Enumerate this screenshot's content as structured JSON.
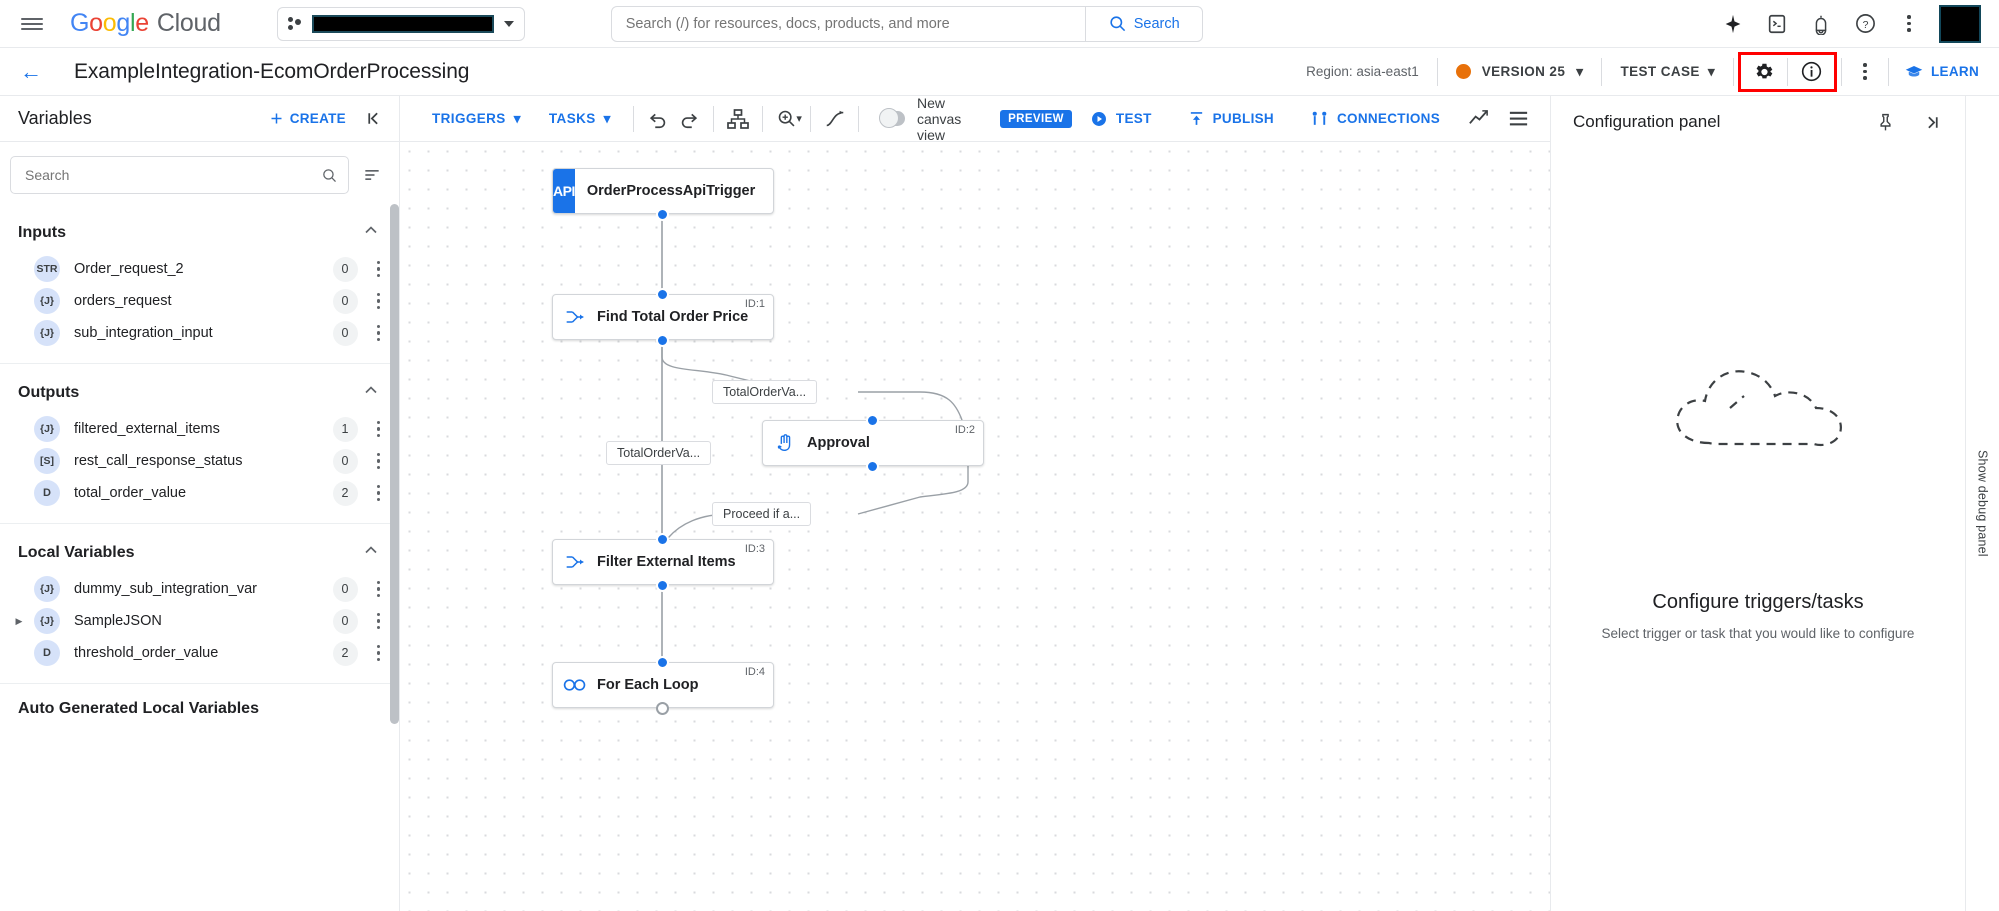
{
  "header": {
    "menu_icon": "hamburger-icon",
    "brand": "Google Cloud",
    "project_picker": {
      "redacted": true,
      "caret": "▾"
    },
    "search": {
      "placeholder": "Search (/) for resources, docs, products, and more",
      "value": "",
      "button_label": "Search"
    },
    "icons": [
      "gemini-sparkle-icon",
      "cloud-shell-icon",
      "notifications-bell-icon",
      "help-question-icon",
      "overflow-kebab-icon",
      "account-avatar"
    ]
  },
  "integration_bar": {
    "back_label": "←",
    "title": "ExampleIntegration-EcomOrderProcessing",
    "region": "Region: asia-east1",
    "version_label": "VERSION 25",
    "version_caret": "▾",
    "version_dot_color": "#E8710A",
    "test_case_label": "TEST CASE",
    "test_case_caret": "▾",
    "highlight_color": "#ff0000",
    "settings_icon": "gear-icon",
    "info_icon": "info-circle-icon",
    "more_icon": "overflow-kebab-icon",
    "learn_label": "LEARN"
  },
  "sidebar": {
    "title": "Variables",
    "create_label": "CREATE",
    "create_icon": "plus-icon",
    "collapse_icon": "collapse-left-icon",
    "search": {
      "placeholder": "Search",
      "value": ""
    },
    "sort_icon": "sort-icon",
    "sections": [
      {
        "title": "Inputs",
        "chevron": "chevron-up-icon",
        "variables": [
          {
            "type": "STR",
            "name": "Order_request_2",
            "count": "0",
            "expandable": false
          },
          {
            "type": "{J}",
            "name": "orders_request",
            "count": "0",
            "expandable": false
          },
          {
            "type": "{J}",
            "name": "sub_integration_input",
            "count": "0",
            "expandable": false
          }
        ]
      },
      {
        "title": "Outputs",
        "chevron": "chevron-up-icon",
        "variables": [
          {
            "type": "{J}",
            "name": "filtered_external_items",
            "count": "1",
            "expandable": false
          },
          {
            "type": "[S]",
            "name": "rest_call_response_status",
            "count": "0",
            "expandable": false
          },
          {
            "type": "D",
            "name": "total_order_value",
            "count": "2",
            "expandable": false
          }
        ]
      },
      {
        "title": "Local Variables",
        "chevron": "chevron-up-icon",
        "variables": [
          {
            "type": "{J}",
            "name": "dummy_sub_integration_var",
            "count": "0",
            "expandable": false
          },
          {
            "type": "{J}",
            "name": "SampleJSON",
            "count": "0",
            "expandable": true
          },
          {
            "type": "D",
            "name": "threshold_order_value",
            "count": "2",
            "expandable": false
          }
        ]
      },
      {
        "title": "Auto Generated Local Variables",
        "chevron": "",
        "variables": []
      }
    ]
  },
  "canvas_toolbar": {
    "triggers_label": "TRIGGERS",
    "triggers_caret": "▾",
    "tasks_label": "TASKS",
    "tasks_caret": "▾",
    "undo_icon": "undo-icon",
    "redo_icon": "redo-icon",
    "layout_icon": "auto-layout-icon",
    "zoom_icon": "zoom-icon",
    "zoom_caret": "▾",
    "path_icon": "edge-style-icon",
    "toggle_label": "New canvas view",
    "preview_badge": "PREVIEW",
    "test_label": "TEST",
    "test_icon": "play-circle-icon",
    "publish_label": "PUBLISH",
    "publish_icon": "publish-icon",
    "connections_label": "CONNECTIONS",
    "connections_icon": "connections-icon",
    "analytics_icon": "analytics-chart-icon",
    "list_icon": "list-view-icon"
  },
  "flow": {
    "nodes": [
      {
        "id": "",
        "icon": "API",
        "label": "OrderProcessApiTrigger",
        "kind": "trigger"
      },
      {
        "id": "ID:1",
        "icon": "mapping-icon",
        "label": "Find Total Order Price",
        "kind": "task"
      },
      {
        "id": "ID:2",
        "icon": "approval-hand-icon",
        "label": "Approval",
        "kind": "task"
      },
      {
        "id": "ID:3",
        "icon": "mapping-icon",
        "label": "Filter External Items",
        "kind": "task"
      },
      {
        "id": "ID:4",
        "icon": "loop-icon",
        "label": "For Each Loop",
        "kind": "task"
      }
    ],
    "edge_labels": [
      "TotalOrderVa...",
      "TotalOrderVa...",
      "Proceed if a..."
    ]
  },
  "config_panel": {
    "title": "Configuration panel",
    "pin_icon": "pin-icon",
    "expand_icon": "expand-panel-icon",
    "empty_art": "dashed-cloud-illustration",
    "empty_title": "Configure triggers/tasks",
    "empty_subtitle": "Select trigger or task that you would like to configure"
  },
  "debug_rail": {
    "label": "Show debug panel"
  }
}
